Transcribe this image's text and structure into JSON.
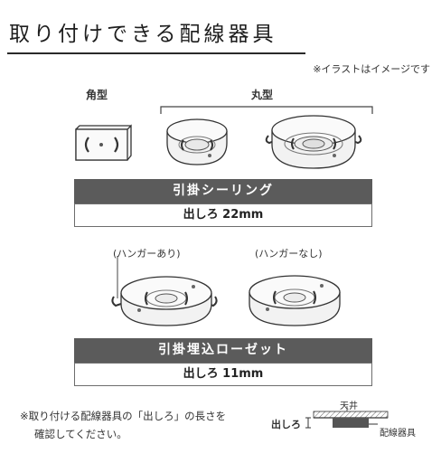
{
  "header": {
    "title": "取り付けできる配線器具",
    "note": "※イラストはイメージです"
  },
  "top_row": {
    "square_label": "角型",
    "round_label": "丸型"
  },
  "section1": {
    "name": "引掛シーリング",
    "protrusion": "出しろ 22mm"
  },
  "middle_row": {
    "with_hanger": "(ハンガーあり)",
    "without_hanger": "(ハンガーなし)"
  },
  "section2": {
    "name": "引掛埋込ローゼット",
    "protrusion": "出しろ 11mm"
  },
  "footer": {
    "note_line1": "※取り付ける配線器具の「出しろ」の長さを",
    "note_line2": "確認してください。",
    "diagram": {
      "ceiling_label": "天井",
      "fixture_label": "配線器具",
      "protrusion_label": "出しろ"
    }
  }
}
